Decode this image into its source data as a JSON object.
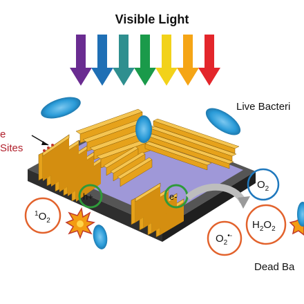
{
  "title": "Visible Light",
  "labels": {
    "live_bacteria": "Live Bacteri",
    "dead_bacteria": "Dead Ba",
    "active_sites_line1": "e",
    "active_sites_line2": "Sites"
  },
  "species": {
    "hole": "h+",
    "electron": "e-",
    "oxygen": "O",
    "oxygen_sub": "2",
    "singlet_sup": "1",
    "singlet_o": "O",
    "singlet_sub": "2",
    "peroxide_h": "H",
    "peroxide_sub1": "2",
    "peroxide_o": "O",
    "peroxide_sub2": "2",
    "superoxide_o": "O",
    "superoxide_sub": "2",
    "superoxide_sup": "•-"
  },
  "arrow_colors": [
    "#6a2c91",
    "#1f6fb5",
    "#2f8f8f",
    "#1a9a4a",
    "#f2d21a",
    "#f5a516",
    "#e3262b"
  ],
  "colors": {
    "nanoplate": "#e6a21b",
    "substrate_top": "#9f98d8",
    "substrate_base": "#3a3a3a",
    "circle_orange": "#e2622c",
    "circle_blue": "#1f78bd",
    "circle_green": "#2f9a3a",
    "bacteria": "#2a9bd8"
  }
}
